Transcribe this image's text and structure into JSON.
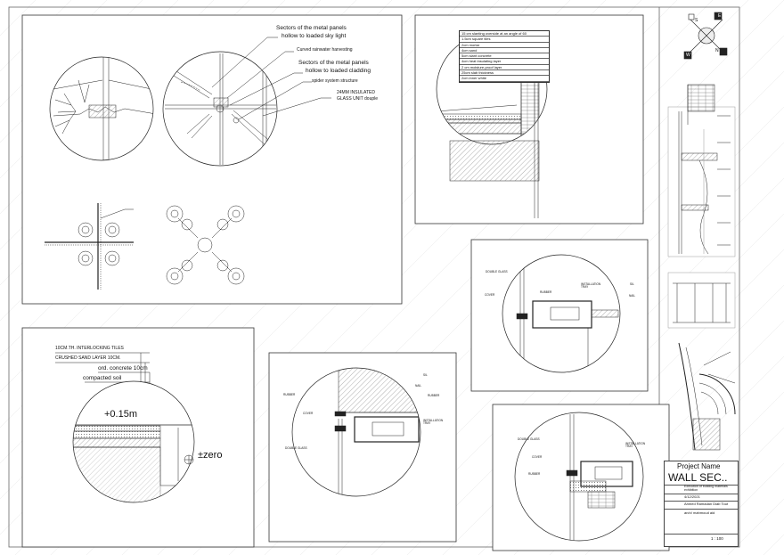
{
  "skylight_panel": {
    "callouts": [
      "Sectors of the metal panels",
      "hollow to loaded sky light",
      "Curved rainwater harvesting",
      "Sectors of the metal panels",
      "hollow to loaded cladding",
      "spider system structure",
      "24MM INSULATED",
      "GLASS UNIT douple"
    ]
  },
  "roof_section": {
    "layers": [
      "15 cm slanting overside at an angle of 60",
      "1.5cm square tiles",
      "2cm mortar",
      "4cm sand",
      "5cm slant concrete",
      "4cm heat insulating layer",
      "2 cm moisture-proof layer",
      "25cm slab thickness",
      "2cm inner white"
    ]
  },
  "floor_section": {
    "layers": [
      "10CM.TH. INTERLOCKING TILES",
      "CRUSHED SAND LAYER 10CM.",
      "ord. concrete 10cm",
      "compacted soil"
    ],
    "level_top": "+0.15m",
    "level_zero": "±zero"
  },
  "detail_mid": {
    "labels": [
      "DOUBLE GLASS",
      "COVER",
      "RUBBER",
      "INSTALLATION TRAY",
      "SIL",
      "NAIL"
    ]
  },
  "detail_bottom_center": {
    "labels": [
      "RUBBER",
      "COVER",
      "DOUBLE GLASS",
      "INSTALLATION TRAY",
      "RUBBER",
      "NAIL",
      "SIL"
    ]
  },
  "detail_bottom_right": {
    "labels": [
      "DOUBLE GLASS",
      "COVER",
      "RUBBER",
      "INSTALLATION TRAY"
    ]
  },
  "compass": {
    "letters": [
      "S",
      "N",
      "E",
      "W"
    ]
  },
  "title_block": {
    "project_label": "Project Name",
    "title": "WALL SEC..",
    "subject": "Execution of building materials exhibition",
    "date": "4/12/2021",
    "drawn_by": "Ahmed Ramadan Diab Tout",
    "checked_by": "arch/ mahmoud aid",
    "scale": "1 : 100"
  },
  "colors": {
    "line": "#222222",
    "hatch": "#777777",
    "grid": "#dddddd"
  }
}
